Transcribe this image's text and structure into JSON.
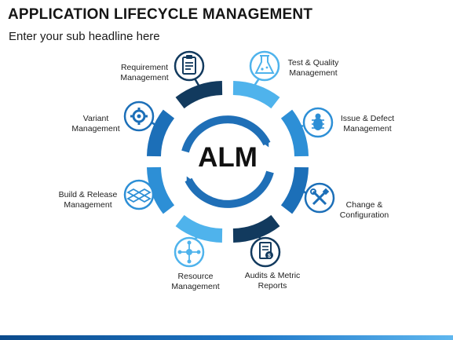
{
  "header": {
    "title": "APPLICATION LIFECYCLE MANAGEMENT",
    "subtitle": "Enter your sub headline here"
  },
  "center": {
    "label": "ALM"
  },
  "items": [
    {
      "label": "Requirement\nManagement",
      "icon": "clipboard-icon",
      "color": "#123a5e"
    },
    {
      "label": "Test & Quality\nManagement",
      "icon": "flask-icon",
      "color": "#4fb3ec"
    },
    {
      "label": "Issue & Defect\nManagement",
      "icon": "bug-icon",
      "color": "#2d8fd6"
    },
    {
      "label": "Change &\nConfiguration",
      "icon": "tools-icon",
      "color": "#1c6fb8"
    },
    {
      "label": "Audits & Metric\nReports",
      "icon": "report-icon",
      "color": "#123a5e"
    },
    {
      "label": "Resource\nManagement",
      "icon": "network-icon",
      "color": "#4fb3ec"
    },
    {
      "label": "Build & Release\nManagement",
      "icon": "dropbox-icon",
      "color": "#2d8fd6"
    },
    {
      "label": "Variant\nManagement",
      "icon": "gear-icon",
      "color": "#1c6fb8"
    }
  ],
  "colors": {
    "dark": "#123a5e",
    "light": "#4fb3ec",
    "medium": "#2d8fd6",
    "deep": "#1c6fb8",
    "arrow": "#1f6fb7"
  }
}
